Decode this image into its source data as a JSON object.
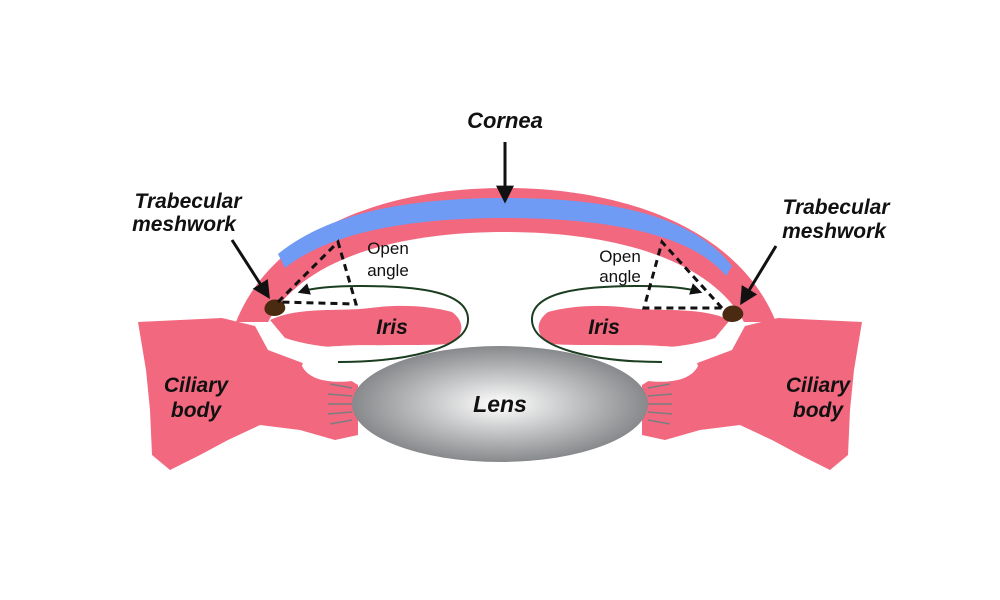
{
  "labels": {
    "cornea": "Cornea",
    "trabecular_line1": "Trabecular",
    "trabecular_line2": "meshwork",
    "open": "Open",
    "angle": "angle",
    "iris": "Iris",
    "lens": "Lens",
    "ciliary_line1": "Ciliary",
    "ciliary_line2": "body"
  },
  "colors": {
    "tissue": "#f1687f",
    "cornea_layer": "#6f9bf5",
    "background": "#ffffff",
    "meshwork": "#4a2a10",
    "lens_light": "#ffffff",
    "lens_dark": "#7b7d80",
    "ink": "#111111",
    "flow_line": "#1b3d20"
  }
}
